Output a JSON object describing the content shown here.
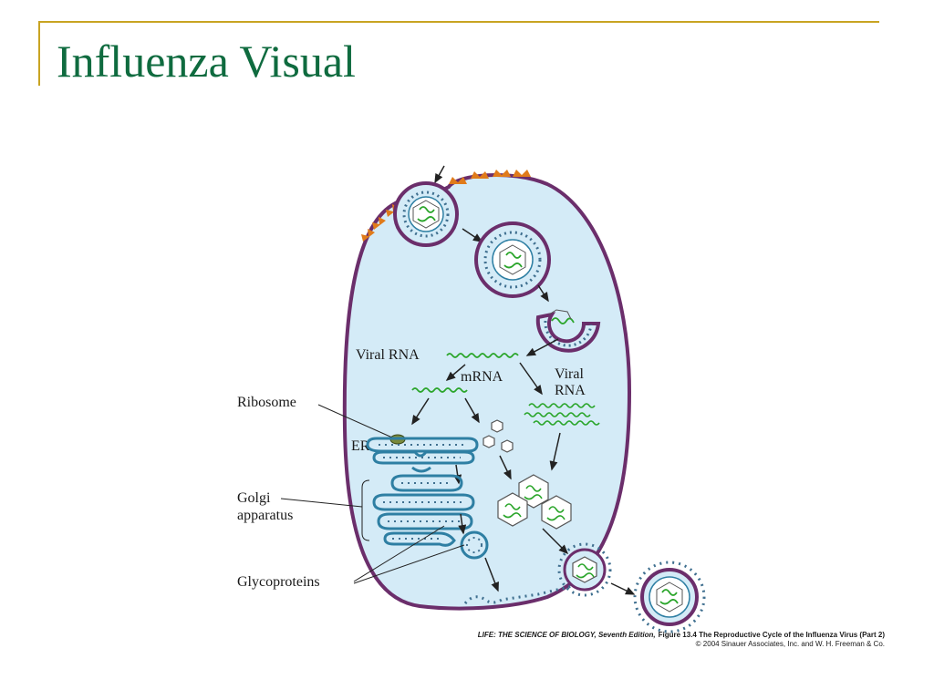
{
  "slide": {
    "title": "Influenza Visual"
  },
  "labels": {
    "viral_rna_top": "Viral RNA",
    "mrna": "mRNA",
    "viral_rna_right_line1": "Viral",
    "viral_rna_right_line2": "RNA",
    "ribosome": "Ribosome",
    "er": "ER",
    "golgi_line1": "Golgi",
    "golgi_line2": "apparatus",
    "glycoproteins": "Glycoproteins"
  },
  "caption": {
    "book": "LIFE: THE SCIENCE OF BIOLOGY, Seventh Edition,",
    "figure": "Figure 13.4 The Reproductive Cycle of the Influenza Virus (Part 2)",
    "copyright": "© 2004 Sinauer Associates, Inc. and W. H. Freeman & Co."
  },
  "colors": {
    "title": "#0f6b3f",
    "accent_rule": "#c8a422",
    "cell_fill": "#d4ebf7",
    "cell_membrane": "#6b2e6b",
    "glycoprotein_dots": "#3f6f8f",
    "organelle": "#2e7fa3",
    "rna": "#2aa52a",
    "receptor": "#e07b1a",
    "ribosome": "#7a8a3a"
  }
}
